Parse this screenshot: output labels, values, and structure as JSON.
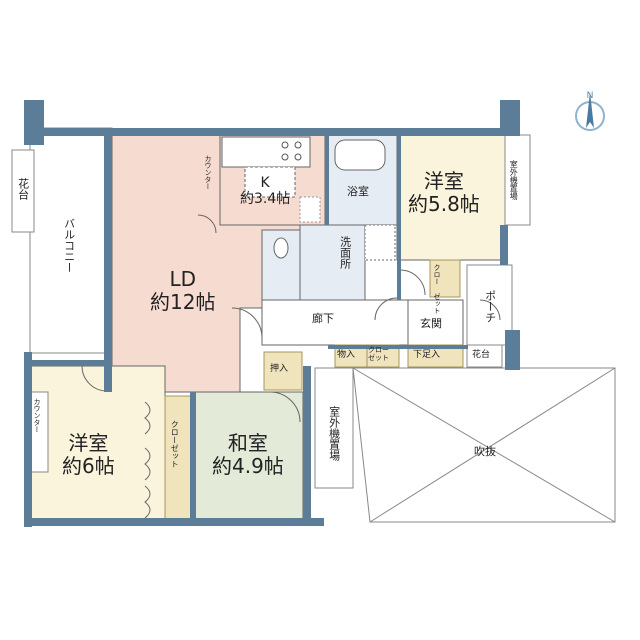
{
  "rooms": {
    "ld": {
      "name": "LD",
      "size": "約12帖"
    },
    "kitchen": {
      "name": "K",
      "size": "約3.4帖"
    },
    "western_ne": {
      "name": "洋室",
      "size": "約5.8帖"
    },
    "western_sw": {
      "name": "洋室",
      "size": "約6帖"
    },
    "japanese": {
      "name": "和室",
      "size": "約4.9帖"
    }
  },
  "labels": {
    "bathroom": "浴室",
    "washroom": "洗面所",
    "hallway": "廊下",
    "entrance": "玄関",
    "storage": "物入",
    "closet_small": "クロー\nゼット",
    "closet_ne": "クロー\nゼット",
    "shoe": "下足入",
    "oshiire": "押入",
    "closet_w": "クローゼット",
    "counter_kitchen": "カウンター",
    "counter_w": "カウンター",
    "balcony": "バルコニー",
    "flower_bed_w": "花台",
    "flower_bed_e": "花台",
    "porch": "ポーチ",
    "ac_unit_e": "室外機置場",
    "ac_unit_s": "室外機置場",
    "void": "吹抜"
  },
  "colors": {
    "wall": "#5b7d97",
    "ld": "#f6dcd0",
    "western": "#fbf4dc",
    "japanese": "#e3ead8",
    "wet": "#e6ecf4",
    "closet": "#f0e4bc",
    "closet_border": "#a8955a",
    "hall": "#ffffff",
    "line": "#666666"
  },
  "icons": [
    "compass-north-icon"
  ]
}
